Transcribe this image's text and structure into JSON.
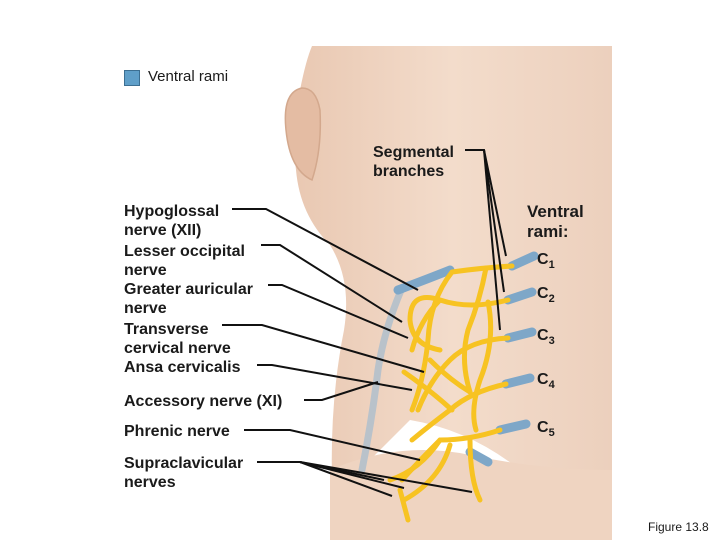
{
  "legend": {
    "label": "Ventral rami",
    "color": "#5f9fc9"
  },
  "labels": {
    "segmental": [
      "Segmental",
      "branches"
    ],
    "hypoglossal": [
      "Hypoglossal",
      "nerve (XII)"
    ],
    "lesser_occipital": [
      "Lesser occipital",
      "nerve"
    ],
    "greater_auricular": [
      "Greater auricular",
      "nerve"
    ],
    "transverse_cervical": [
      "Transverse",
      "cervical nerve"
    ],
    "ansa_cervicalis": "Ansa cervicalis",
    "accessory": "Accessory nerve (XI)",
    "phrenic": "Phrenic nerve",
    "supraclavicular": [
      "Supraclavicular",
      "nerves"
    ],
    "ventral_rami": [
      "Ventral",
      "rami:"
    ]
  },
  "rami": [
    {
      "letter": "C",
      "sub": "1"
    },
    {
      "letter": "C",
      "sub": "2"
    },
    {
      "letter": "C",
      "sub": "3"
    },
    {
      "letter": "C",
      "sub": "4"
    },
    {
      "letter": "C",
      "sub": "5"
    }
  ],
  "figure": "Figure 13.8",
  "colors": {
    "skin": "#f0d7c4",
    "skin_shadow": "#e2bea6",
    "nerve": "#f7c322",
    "ramus": "#7ea7c8"
  }
}
